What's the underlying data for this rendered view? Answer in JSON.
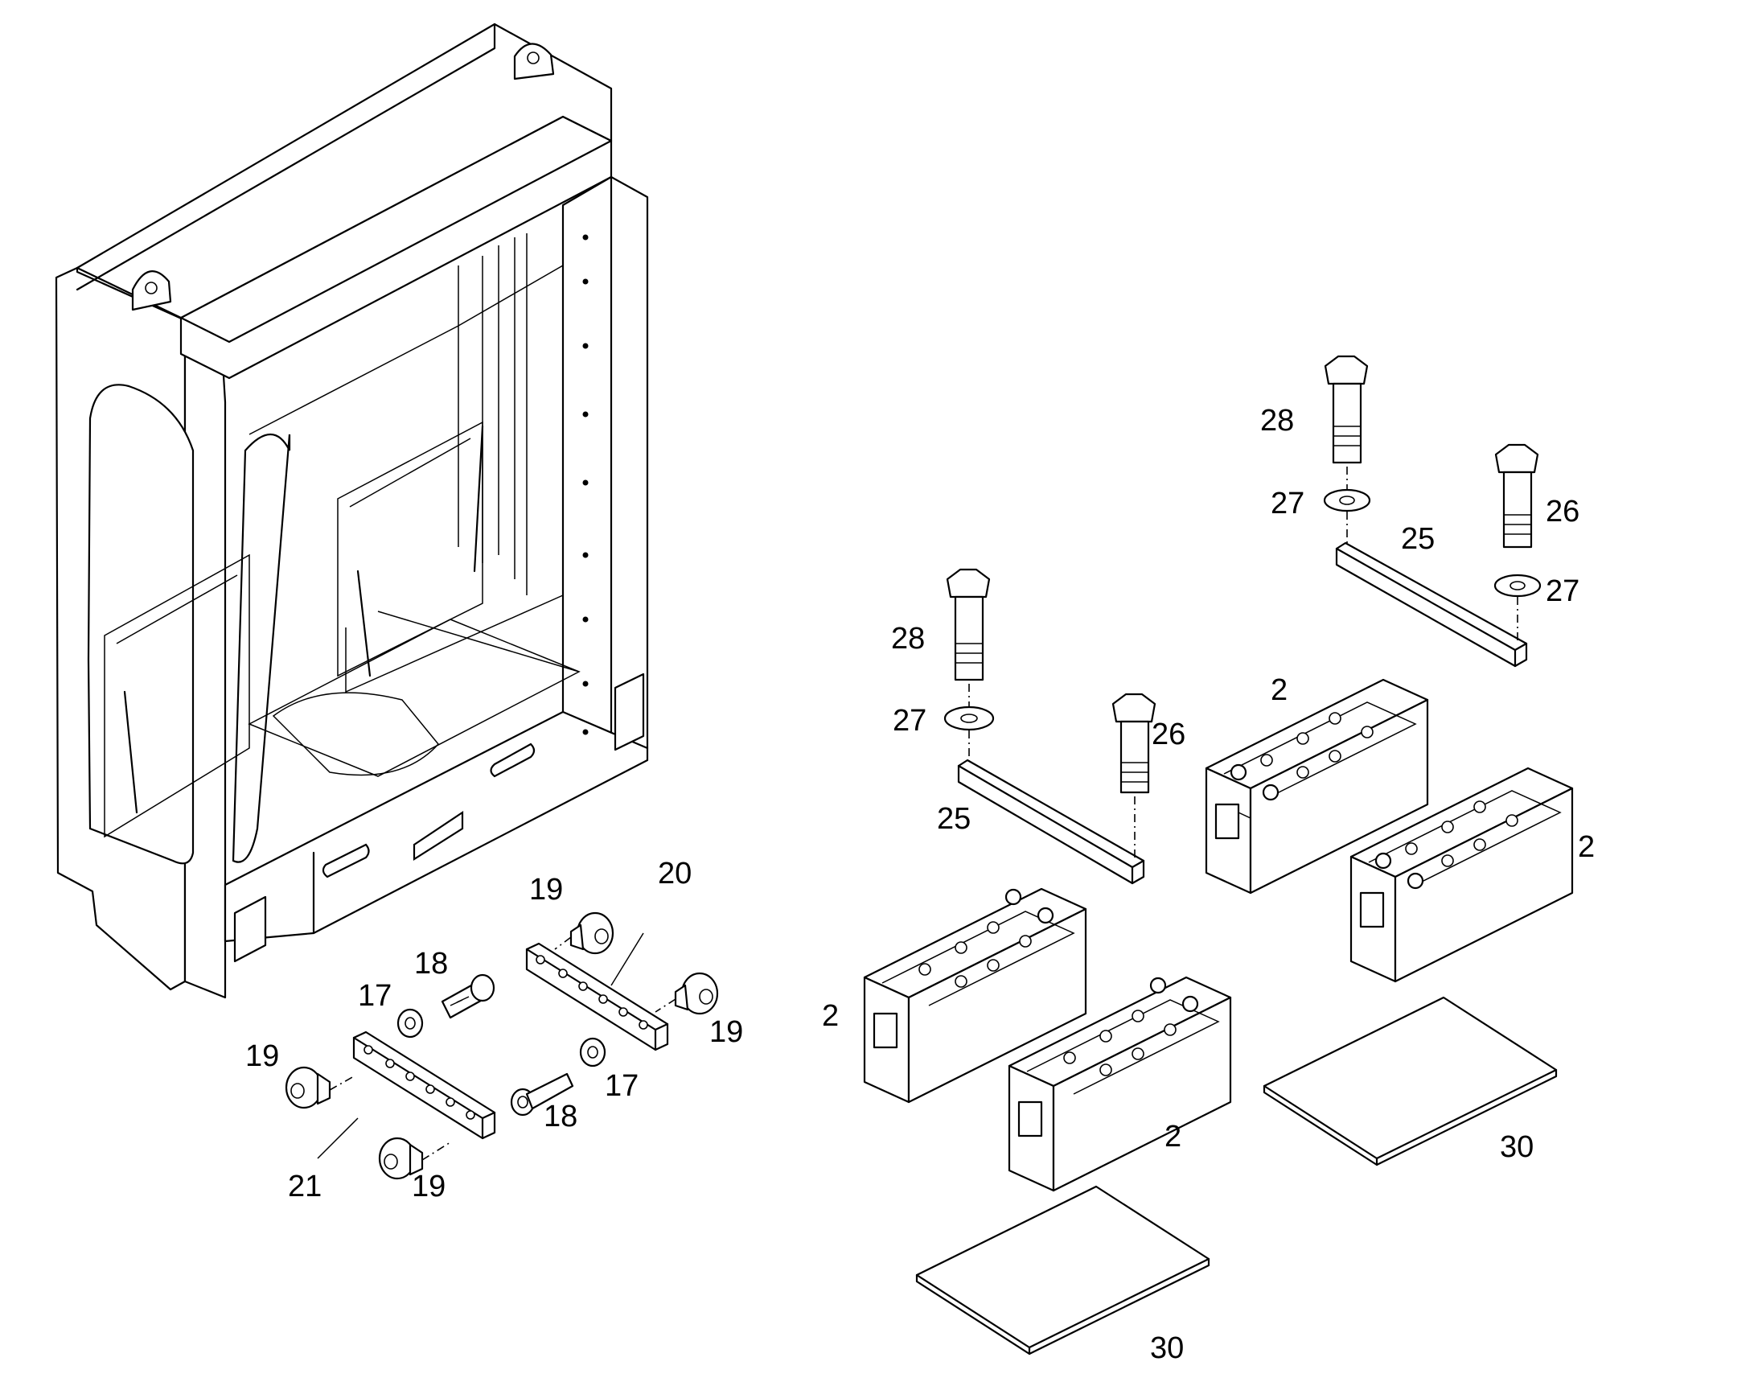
{
  "diagram": {
    "parts": [
      {
        "id": "battery-1",
        "label": "2"
      },
      {
        "id": "battery-2",
        "label": "2"
      },
      {
        "id": "battery-3",
        "label": "2"
      },
      {
        "id": "battery-4",
        "label": "2"
      },
      {
        "id": "washer-17-a",
        "label": "17"
      },
      {
        "id": "washer-17-b",
        "label": "17"
      },
      {
        "id": "screw-18-a",
        "label": "18"
      },
      {
        "id": "screw-18-b",
        "label": "18"
      },
      {
        "id": "mount-19-a",
        "label": "19"
      },
      {
        "id": "mount-19-b",
        "label": "19"
      },
      {
        "id": "mount-19-c",
        "label": "19"
      },
      {
        "id": "mount-19-d",
        "label": "19"
      },
      {
        "id": "strip-20",
        "label": "20"
      },
      {
        "id": "strip-21",
        "label": "21"
      },
      {
        "id": "clamp-bar-25-a",
        "label": "25"
      },
      {
        "id": "clamp-bar-25-b",
        "label": "25"
      },
      {
        "id": "bolt-26-a",
        "label": "26"
      },
      {
        "id": "bolt-26-b",
        "label": "26"
      },
      {
        "id": "washer-27-a",
        "label": "27"
      },
      {
        "id": "washer-27-b",
        "label": "27"
      },
      {
        "id": "washer-27-c",
        "label": "27"
      },
      {
        "id": "washer-27-d",
        "label": "27"
      },
      {
        "id": "bolt-28-a",
        "label": "28"
      },
      {
        "id": "bolt-28-b",
        "label": "28"
      },
      {
        "id": "mat-30-a",
        "label": "30"
      },
      {
        "id": "mat-30-b",
        "label": "30"
      }
    ]
  }
}
